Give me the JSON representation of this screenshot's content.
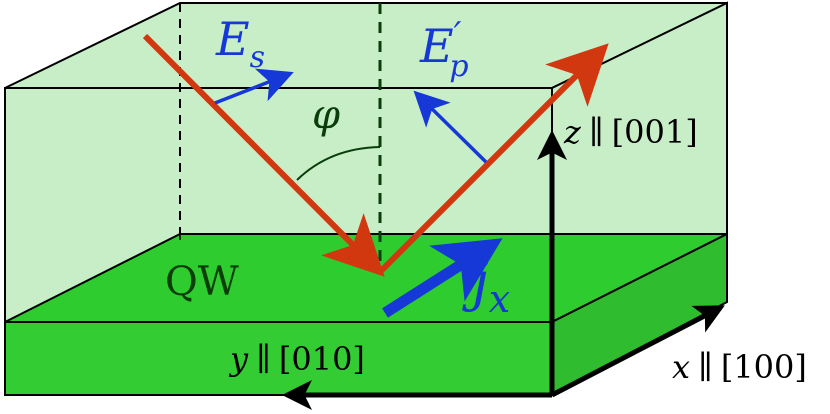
{
  "labels": {
    "es_main": "E",
    "es_sub": "s",
    "ep_main": "E",
    "ep_prime": "′",
    "ep_sub": "p",
    "phi": "φ",
    "qw": "QW",
    "jx_main": "j",
    "jx_sub": "x",
    "z_axis": {
      "var": "z",
      "sym": "∥",
      "dir": "[001]"
    },
    "y_axis": {
      "var": "y",
      "sym": "∥",
      "dir": "[010]"
    },
    "x_axis": {
      "var": "x",
      "sym": "∥",
      "dir": "[100]"
    }
  },
  "colors": {
    "outline": "#000000",
    "cap_fill": "#c8eec8",
    "qw_top": "#2ecc2e",
    "qw_front": "#33cc33",
    "qw_side": "#2fbd2f",
    "light_ray": "#d2380f",
    "e_field": "#1538d6",
    "current": "#1538d6",
    "axis": "#000000",
    "qw_text": "#0a3d0a",
    "angle_arc": "#0a3d0a"
  }
}
